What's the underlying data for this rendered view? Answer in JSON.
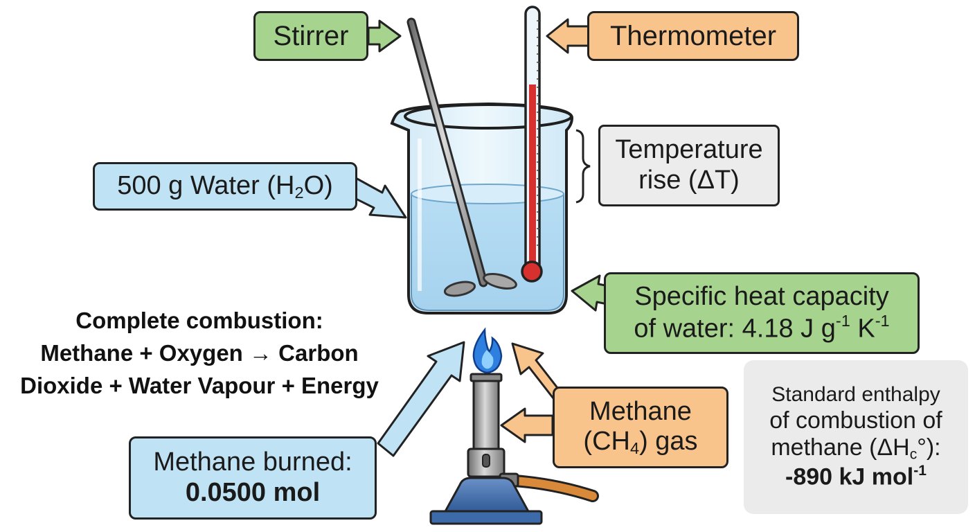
{
  "labels": {
    "stirrer": "Stirrer",
    "thermometer": "Thermometer",
    "water": {
      "pre": "500 g Water (H",
      "sub": "2",
      "post": "O)"
    },
    "temperature_rise": {
      "line1": "Temperature",
      "line2": "rise (ΔT)"
    },
    "specific_heat": {
      "line1": "Specific heat capacity",
      "line2_pre": "of water: 4.18 J g",
      "sup1": "-1",
      "mid": " K",
      "sup2": "-1"
    },
    "methane_gas": {
      "line1": "Methane",
      "line2_pre": "(CH",
      "sub": "4",
      "line2_post": ") gas"
    },
    "methane_burned": {
      "line1": "Methane burned:",
      "line2": "0.0500 mol"
    },
    "enthalpy": {
      "line1": "Standard enthalpy",
      "line2": "of combustion of",
      "line3_pre": "methane (ΔH",
      "sub": "c",
      "line3_post": "°):",
      "value_pre": "-890 kJ mol",
      "value_sup": "-1"
    }
  },
  "combustion_note": {
    "line1": "Complete combustion:",
    "line2": "Methane + Oxygen → Carbon",
    "line3": "Dioxide + Water Vapour + Energy"
  },
  "colors": {
    "green_label": "#a6d48f",
    "orange_label": "#f8c48c",
    "blue_label": "#bfe3f4",
    "grey_label": "#ececec",
    "water": "#bfe0f3",
    "flame": "#2f7fe0",
    "burner_base": "#3d6aa8",
    "thermometer_liquid": "#d6312e",
    "gas_hose": "#d88a3a"
  }
}
